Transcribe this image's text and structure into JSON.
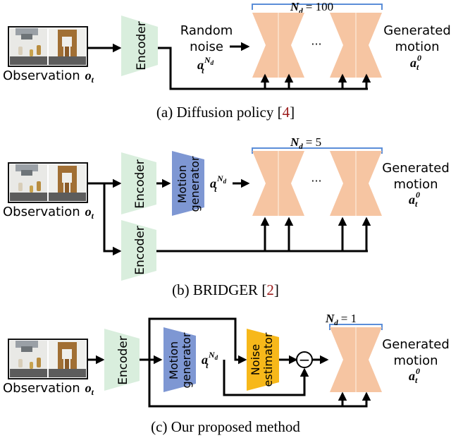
{
  "colors": {
    "encoder_fill": "#d9eedd",
    "generator_fill": "#7e97d3",
    "estimator_fill": "#f7b81a",
    "diffusion_fill": "#f6c5a2",
    "bracket": "#5b8ed8",
    "cite": "#9b1b1b"
  },
  "icons": [
    "robot-observation-image",
    "minus-circle-icon"
  ],
  "panel_a": {
    "observation_label": "Observation",
    "observation_symbol": "o",
    "observation_sub": "t",
    "encoder_label": "Encoder",
    "noise_label_line1": "Random",
    "noise_label_line2": "noise",
    "noise_symbol": "a",
    "noise_sub": "t",
    "noise_sup": "N",
    "noise_sup_sub": "d",
    "steps_label": "N",
    "steps_sub": "d",
    "steps_value": "= 100",
    "ellipsis": "···",
    "output_line1": "Generated",
    "output_line2": "motion",
    "output_symbol": "a",
    "output_sub": "t",
    "output_sup": "0",
    "caption_prefix": "(a)  Diffusion policy ",
    "caption_cite_open": "[",
    "caption_cite": "4",
    "caption_cite_close": "]"
  },
  "panel_b": {
    "observation_label": "Observation",
    "observation_symbol": "o",
    "observation_sub": "t",
    "encoder_label": "Encoder",
    "encoder2_label": "Encoder",
    "generator_line1": "Motion",
    "generator_line2": "generator",
    "noise_symbol": "a",
    "noise_sub": "t",
    "noise_sup": "N",
    "noise_sup_sub": "d",
    "steps_label": "N",
    "steps_sub": "d",
    "steps_value": "= 5",
    "ellipsis": "···",
    "output_line1": "Generated",
    "output_line2": "motion",
    "output_symbol": "a",
    "output_sub": "t",
    "output_sup": "0",
    "caption_prefix": "(b)  BRIDGER ",
    "caption_cite_open": "[",
    "caption_cite": "2",
    "caption_cite_close": "]"
  },
  "panel_c": {
    "observation_label": "Observation",
    "observation_symbol": "o",
    "observation_sub": "t",
    "encoder_label": "Encoder",
    "generator_line1": "Motion",
    "generator_line2": "generator",
    "noise_symbol": "a",
    "noise_sub": "t",
    "noise_sup": "N",
    "noise_sup_sub": "d",
    "estimator_line1": "Noise",
    "estimator_line2": "estimator",
    "minus_symbol": "−",
    "steps_label": "N",
    "steps_sub": "d",
    "steps_value": "= 1",
    "output_line1": "Generated",
    "output_line2": "motion",
    "output_symbol": "a",
    "output_sub": "t",
    "output_sup": "0",
    "caption": "(c)  Our proposed method"
  }
}
